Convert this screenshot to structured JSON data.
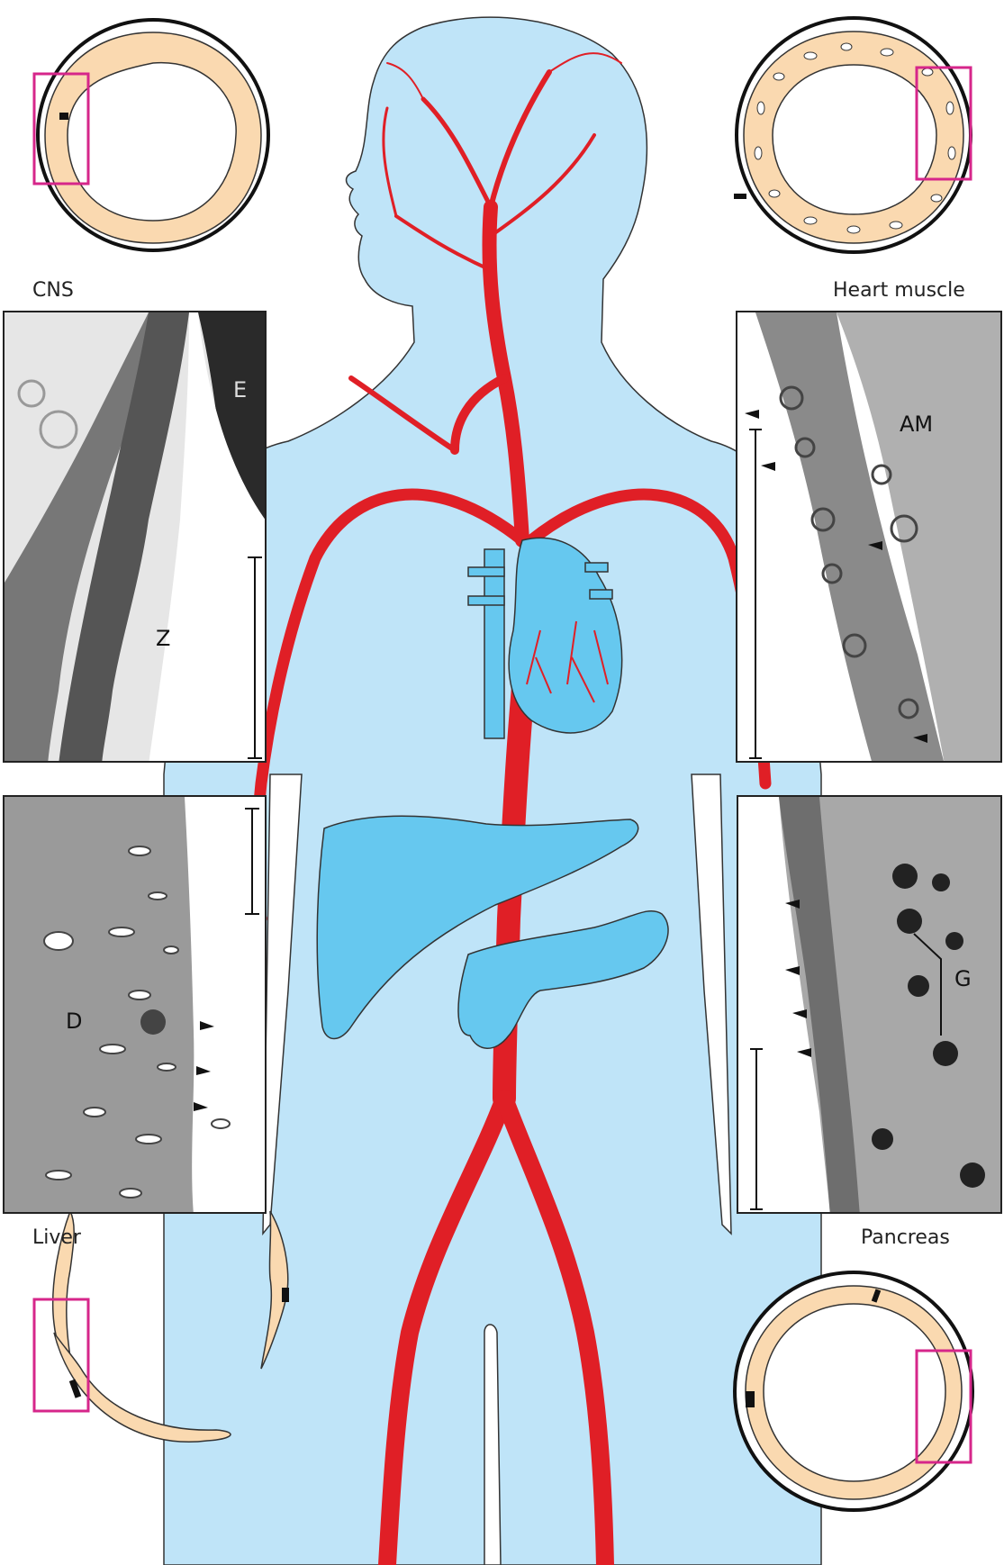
{
  "colors": {
    "body": "#bfe4f8",
    "organ": "#66c8ef",
    "vessel": "#e01f26",
    "capillary_wall": "#fad9b0",
    "highlight_box": "#d6268a",
    "micrograph_bg": "#cfcfcf"
  },
  "tissues": {
    "cns": {
      "label": "CNS",
      "micro_labels": [
        "E",
        "Z"
      ]
    },
    "heart_muscle": {
      "label": "Heart muscle",
      "micro_labels": [
        "AM"
      ]
    },
    "liver": {
      "label": "Liver",
      "micro_labels": [
        "D"
      ]
    },
    "pancreas": {
      "label": "Pancreas",
      "micro_labels": [
        "G"
      ]
    }
  },
  "organs": [
    "heart-icon",
    "liver-icon",
    "pancreas-icon"
  ]
}
